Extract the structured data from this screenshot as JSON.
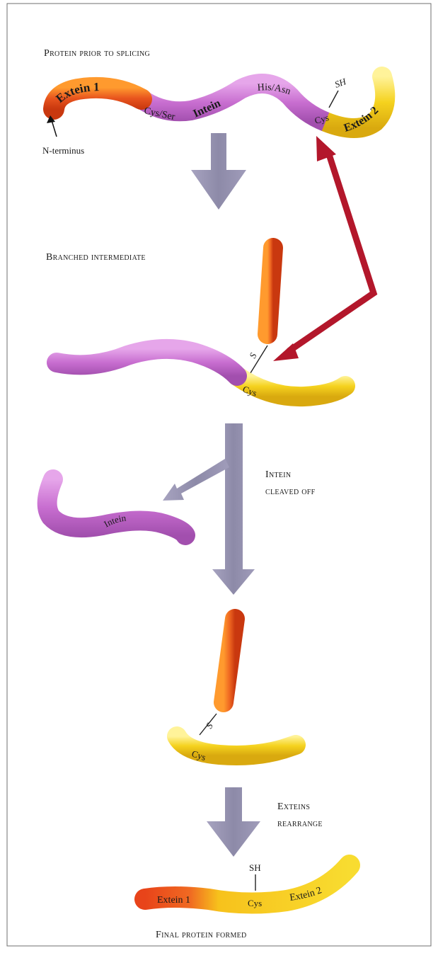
{
  "colors": {
    "extein1": "#e8541e",
    "extein2": "#f5d21e",
    "intein": "#c86ed0",
    "arrow_gray": "#8d8aa8",
    "arrow_red": "#b3172b"
  },
  "stage1": {
    "heading": "Protein prior to splicing",
    "extein1": "Extein 1",
    "cys_ser": "Cys/Ser",
    "intein": "Intein",
    "his_asn": "His/Asn",
    "sh": "SH",
    "cys": "Cys",
    "extein2": "Extein 2",
    "n_terminus": "N-terminus"
  },
  "stage2": {
    "heading": "Branched intermediate",
    "s": "S",
    "cys": "Cys"
  },
  "stage3": {
    "heading_line1": "Intein",
    "heading_line2": "cleaved off",
    "intein": "Intein",
    "s": "S",
    "cys": "Cys"
  },
  "stage4": {
    "heading_line1": "Exteins",
    "heading_line2": "rearrange",
    "sh": "SH",
    "extein1": "Extein 1",
    "cys": "Cys",
    "extein2": "Extein 2",
    "final": "Final protein formed"
  }
}
